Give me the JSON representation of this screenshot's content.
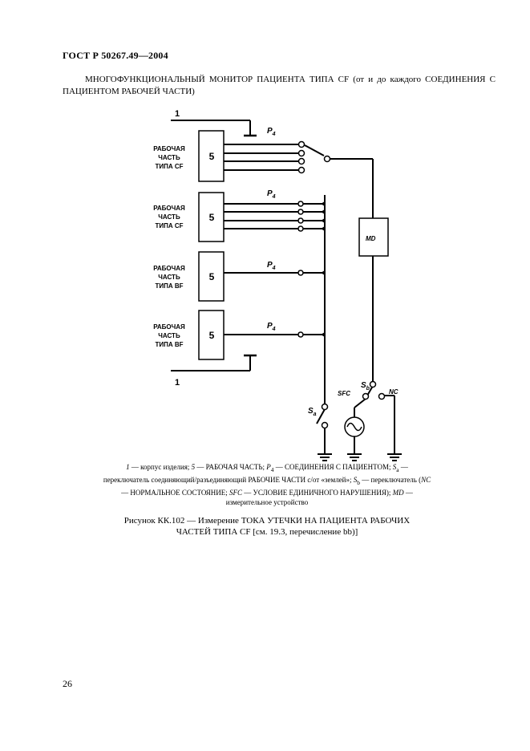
{
  "document": {
    "standard": "ГОСТ Р 50267.49—2004",
    "heading": "МНОГОФУНКЦИОНАЛЬНЫЙ МОНИТОР ПАЦИЕНТА ТИПА CF (от и до каждого СОЕДИНЕНИЯ С ПАЦИЕНТОМ РАБОЧЕЙ ЧАСТИ)",
    "page_number": "26"
  },
  "diagram": {
    "housing_label": "1",
    "applied_part_number": "5",
    "parts": [
      {
        "line1": "РАБОЧАЯ",
        "line2": "ЧАСТЬ",
        "line3": "ТИПА CF"
      },
      {
        "line1": "РАБОЧАЯ",
        "line2": "ЧАСТЬ",
        "line3": "ТИПА CF"
      },
      {
        "line1": "РАБОЧАЯ",
        "line2": "ЧАСТЬ",
        "line3": "ТИПА BF"
      },
      {
        "line1": "РАБОЧАЯ",
        "line2": "ЧАСТЬ",
        "line3": "ТИПА BF"
      }
    ],
    "p4_main": "P",
    "p4_sub": "4",
    "md_label": "MD",
    "sa_main": "S",
    "sa_sub": "a",
    "sb_main": "S",
    "sb_sub": "b",
    "sfc_label": "SFC",
    "nc_label": "NC"
  },
  "legend": {
    "l1_num": "1",
    "l1_text": " — корпус изделия; ",
    "l5_num": "5",
    "l5_text": " — РАБОЧАЯ ЧАСТЬ; ",
    "p4_main": "P",
    "p4_sub": "4",
    "p4_text": " — СОЕДИНЕНИЯ С ПАЦИЕНТОМ;",
    "sa_main": "S",
    "sa_sub": "a",
    "sa_text": " — переключатель соединяющий/разъединяющий РАБОЧИЕ ЧАСТИ с/от «землей»;",
    "sb_main": "S",
    "sb_sub": "b",
    "sb_text": " — переключатель (",
    "nc": "NC",
    "nc_text": " — НОРМАЛЬНОЕ СОСТОЯНИЕ; ",
    "sfc": "SFC",
    "sfc_text": " — УСЛОВИЕ ЕДИНИЧНОГО НАРУШЕНИЯ); ",
    "md": "MD",
    "md_text": " — измерительное устройство"
  },
  "caption": {
    "line1": "Рисунок КК.102 — Измерение ТОКА УТЕЧКИ НА ПАЦИЕНТА РАБОЧИХ",
    "line2": "ЧАСТЕЙ ТИПА CF [см. 19.3, перечисление bb)]"
  }
}
